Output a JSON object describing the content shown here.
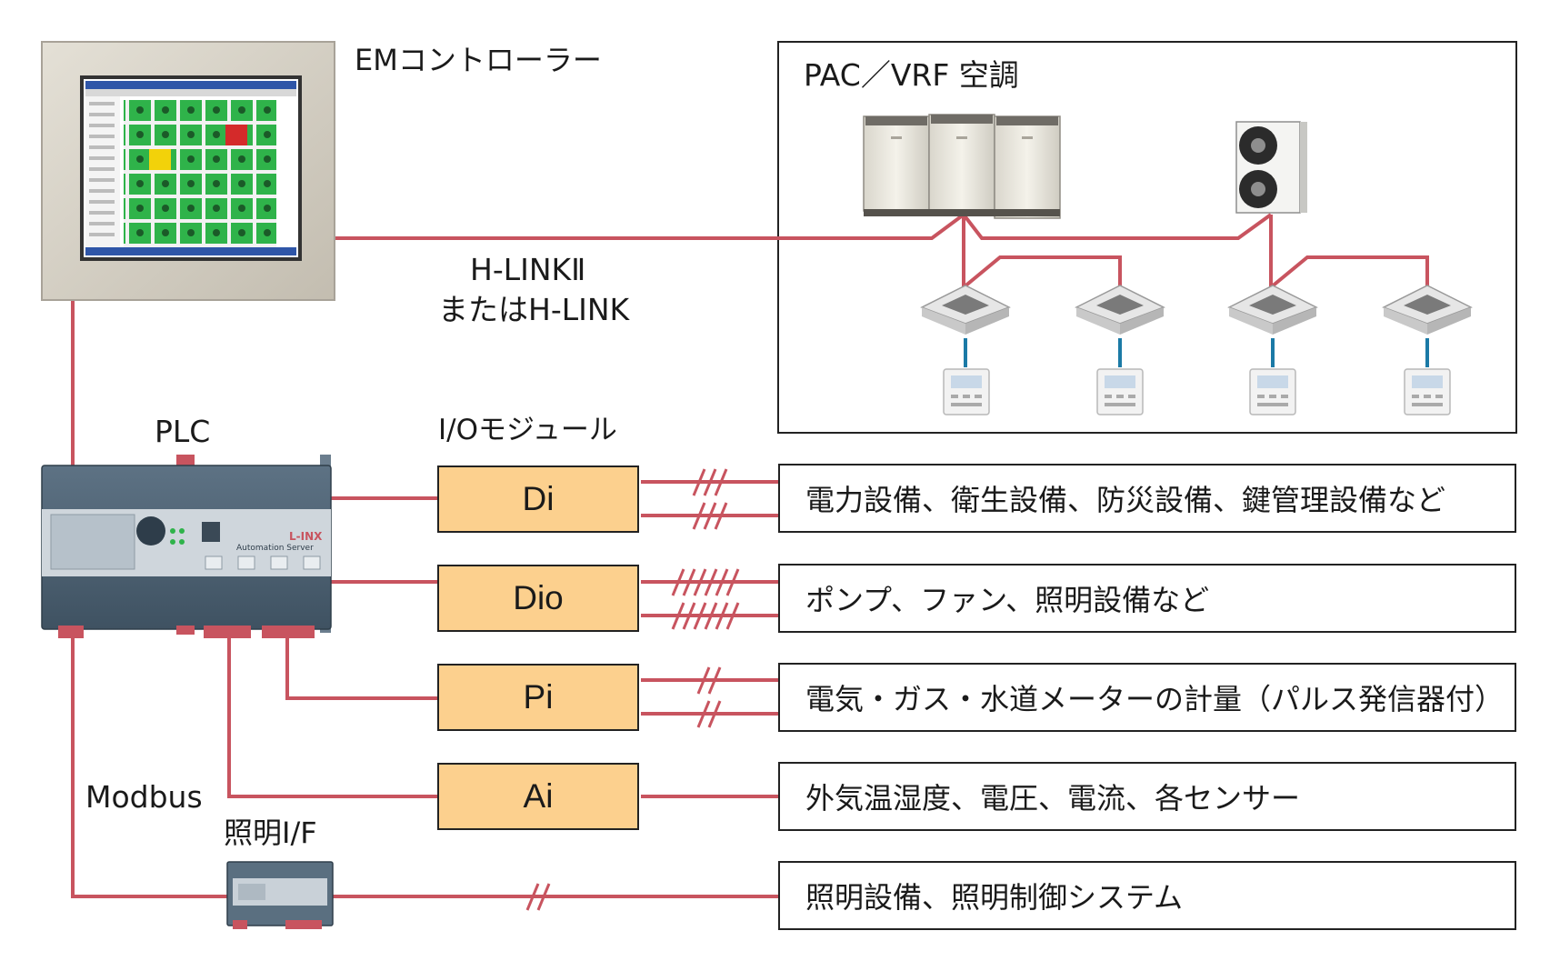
{
  "labels": {
    "em_controller": "EMコントローラー",
    "pac_vrf": "PAC／VRF 空調",
    "hlink_line1": "H-LINKⅡ",
    "hlink_line2": "またはH-LINK",
    "plc": "PLC",
    "io_module": "I/Oモジュール",
    "modbus": "Modbus",
    "lighting_if": "照明I/F",
    "plc_brand": "L-INX",
    "plc_brand_sub": "Automation Server"
  },
  "modules": [
    {
      "id": "di",
      "label": "Di",
      "description": "電力設備、衛生設備、防災設備、鍵管理設備など"
    },
    {
      "id": "dio",
      "label": "Dio",
      "description": "ポンプ、ファン、照明設備など"
    },
    {
      "id": "pi",
      "label": "Pi",
      "description": "電気・ガス・水道メーターの計量（パルス発信器付）"
    },
    {
      "id": "ai",
      "label": "Ai",
      "description": "外気温湿度、電圧、電流、各センサー"
    }
  ],
  "lighting_description": "照明設備、照明制御システム",
  "colors": {
    "wire": "#c8545f",
    "module_fill": "#fcd08e",
    "controller_wire": "#1b7aa6"
  },
  "icons": {
    "em_controller": "touch-panel-icon",
    "outdoor_multi": "vrf-outdoor-unit-icon",
    "outdoor_single": "pac-outdoor-unit-icon",
    "indoor": "ceiling-cassette-icon",
    "remote": "wall-remote-controller-icon",
    "plc": "plc-device-icon",
    "lighting_if": "lighting-interface-device-icon"
  }
}
